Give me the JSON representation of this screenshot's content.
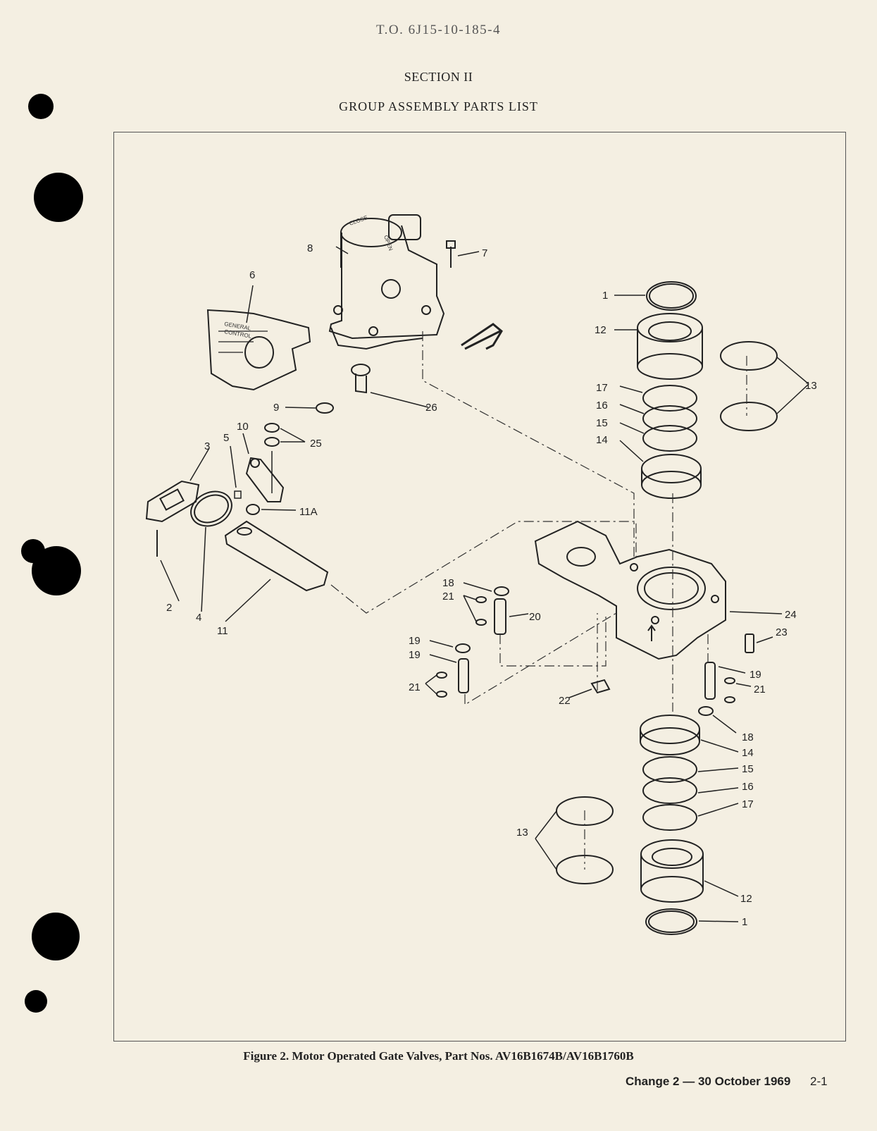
{
  "header": {
    "to_number": "T.O. 6J15-10-185-4",
    "section": "SECTION II",
    "title": "GROUP ASSEMBLY PARTS LIST"
  },
  "figure": {
    "caption": "Figure 2.  Motor Operated Gate Valves, Part Nos. AV16B1674B/AV16B1760B",
    "callouts": [
      "1",
      "2",
      "3",
      "4",
      "5",
      "6",
      "7",
      "8",
      "9",
      "10",
      "11",
      "11A",
      "12",
      "13",
      "14",
      "15",
      "16",
      "17",
      "18",
      "19",
      "20",
      "21",
      "22",
      "23",
      "24",
      "25",
      "26",
      "1",
      "12",
      "13",
      "14",
      "15",
      "16",
      "17",
      "18",
      "19",
      "21",
      "18",
      "19",
      "21"
    ],
    "part_markings": {
      "motor_top_a": "CLOSE",
      "motor_top_b": "OPEN",
      "plate_a": "GENERAL",
      "plate_b": "CONTROL"
    }
  },
  "footer": {
    "change": "Change 2 — 30 October 1969",
    "page": "2-1"
  }
}
